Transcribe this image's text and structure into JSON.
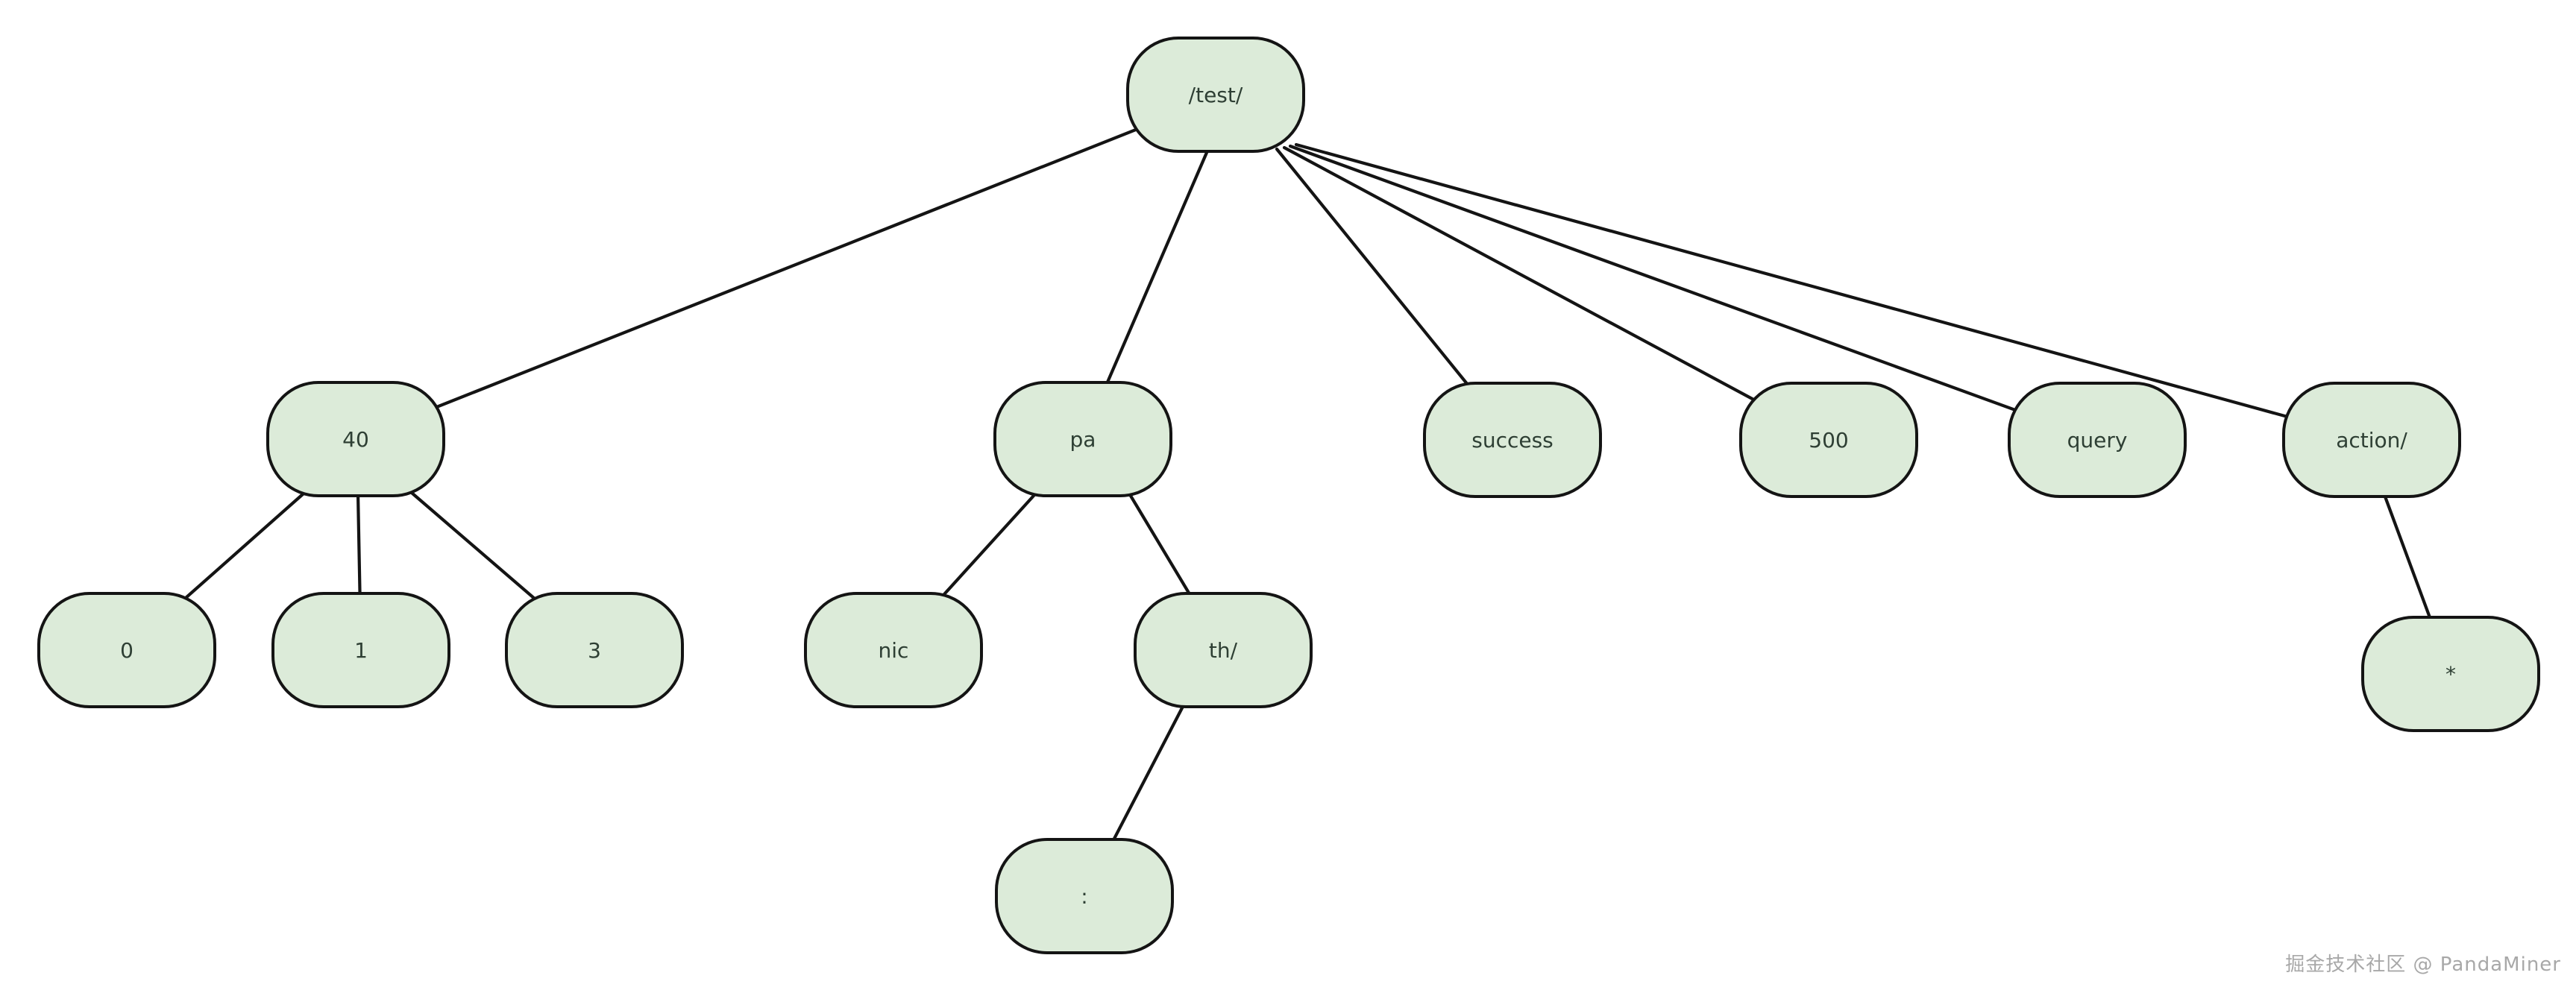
{
  "diagram": {
    "type": "tree",
    "description": "Router prefix tree rooted at /test/",
    "colors": {
      "background": "#ffffff",
      "node_fill": "#dcebd9",
      "node_border": "#141414",
      "node_text": "#2e3f34",
      "edge": "#141414"
    },
    "nodes": {
      "root": {
        "label": "/test/"
      },
      "n40": {
        "label": "40"
      },
      "pa": {
        "label": "pa"
      },
      "success": {
        "label": "success"
      },
      "n500": {
        "label": "500"
      },
      "query": {
        "label": "query"
      },
      "action": {
        "label": "action/"
      },
      "n0": {
        "label": "0"
      },
      "n1": {
        "label": "1"
      },
      "n3": {
        "label": "3"
      },
      "nic": {
        "label": "nic"
      },
      "th": {
        "label": "th/"
      },
      "colon": {
        "label": ":"
      },
      "star": {
        "label": "*"
      }
    },
    "edges": [
      {
        "from": "/test/",
        "to": "40"
      },
      {
        "from": "/test/",
        "to": "pa"
      },
      {
        "from": "/test/",
        "to": "success"
      },
      {
        "from": "/test/",
        "to": "500"
      },
      {
        "from": "/test/",
        "to": "query"
      },
      {
        "from": "/test/",
        "to": "action/"
      },
      {
        "from": "40",
        "to": "0"
      },
      {
        "from": "40",
        "to": "1"
      },
      {
        "from": "40",
        "to": "3"
      },
      {
        "from": "pa",
        "to": "nic"
      },
      {
        "from": "pa",
        "to": "th/"
      },
      {
        "from": "th/",
        "to": ":"
      },
      {
        "from": "action/",
        "to": "*"
      }
    ]
  },
  "watermark": {
    "text": "掘金技术社区 @ PandaMiner"
  }
}
